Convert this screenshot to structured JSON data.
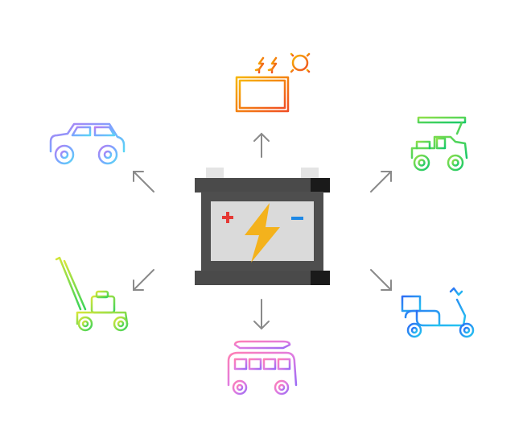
{
  "diagram": {
    "center": {
      "icon": "car-battery-icon",
      "terminal_positive": "+",
      "terminal_negative": "−"
    },
    "devices": [
      {
        "id": "solar",
        "icon": "solar-panel-icon",
        "direction": "up"
      },
      {
        "id": "car",
        "icon": "car-icon",
        "direction": "up-left"
      },
      {
        "id": "golf-cart",
        "icon": "golf-cart-icon",
        "direction": "up-right"
      },
      {
        "id": "lawn-mower",
        "icon": "lawn-mower-icon",
        "direction": "down-left"
      },
      {
        "id": "scooter",
        "icon": "scooter-icon",
        "direction": "down-right"
      },
      {
        "id": "camper-van",
        "icon": "camper-van-icon",
        "direction": "down"
      }
    ],
    "colors": {
      "arrow": "#8a8a8a",
      "battery_body": "#4a4a4a",
      "battery_panel": "#dcdcdc",
      "bolt": "#f4b21c",
      "plus": "#e53935",
      "minus": "#1e88e5"
    }
  }
}
